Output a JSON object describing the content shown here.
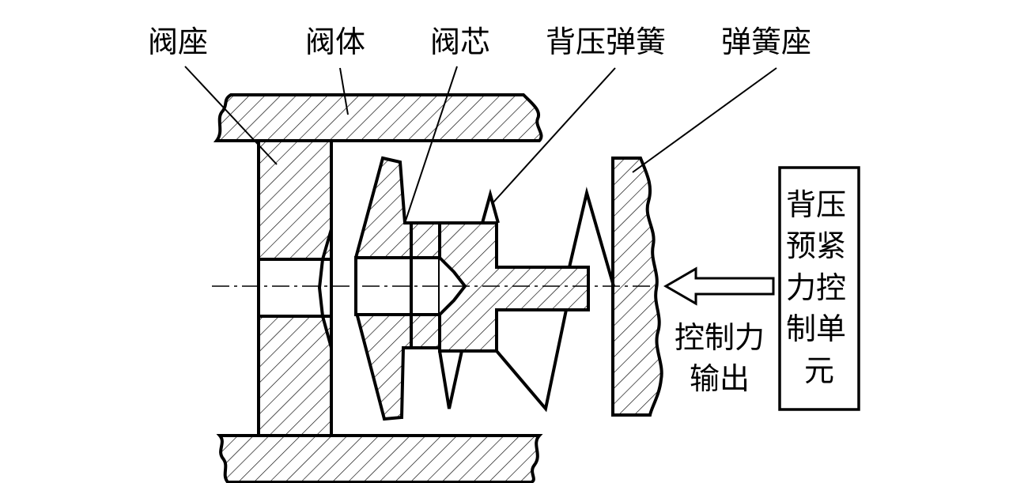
{
  "labels": {
    "valve_seat": "阀座",
    "valve_body": "阀体",
    "valve_core": "阀芯",
    "back_pressure_spring": "背压弹簧",
    "spring_seat": "弹簧座"
  },
  "control_force_output": [
    "控制力",
    "输出"
  ],
  "control_unit_lines": [
    "背压",
    "预紧",
    "力控",
    "制单",
    "元"
  ]
}
